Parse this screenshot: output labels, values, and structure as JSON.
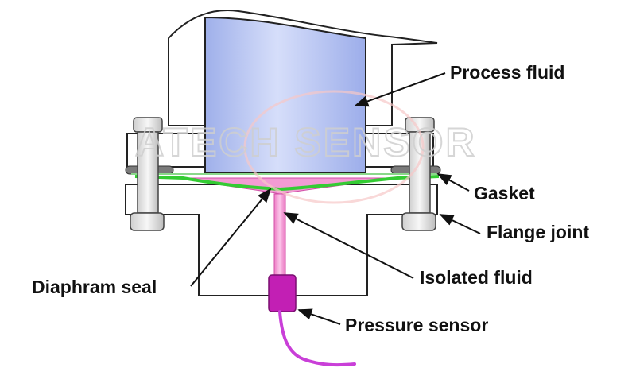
{
  "watermark": "ATECH SENSOR",
  "labels": {
    "process_fluid": "Process fluid",
    "gasket": "Gasket",
    "flange_joint": "Flange joint",
    "isolated_fluid": "Isolated fluid",
    "diaphragm_seal": "Diaphram seal",
    "pressure_sensor": "Pressure sensor"
  },
  "colors": {
    "process_fluid": "#b6c3f2",
    "gasket": "#7a7a7a",
    "diaphragm": "#33cc33",
    "isolated_fluid": "#f39bd4",
    "sensor": "#c21fb4",
    "cable": "#c93fd8",
    "bolt": "#e6e6e6",
    "outline": "#222222"
  }
}
